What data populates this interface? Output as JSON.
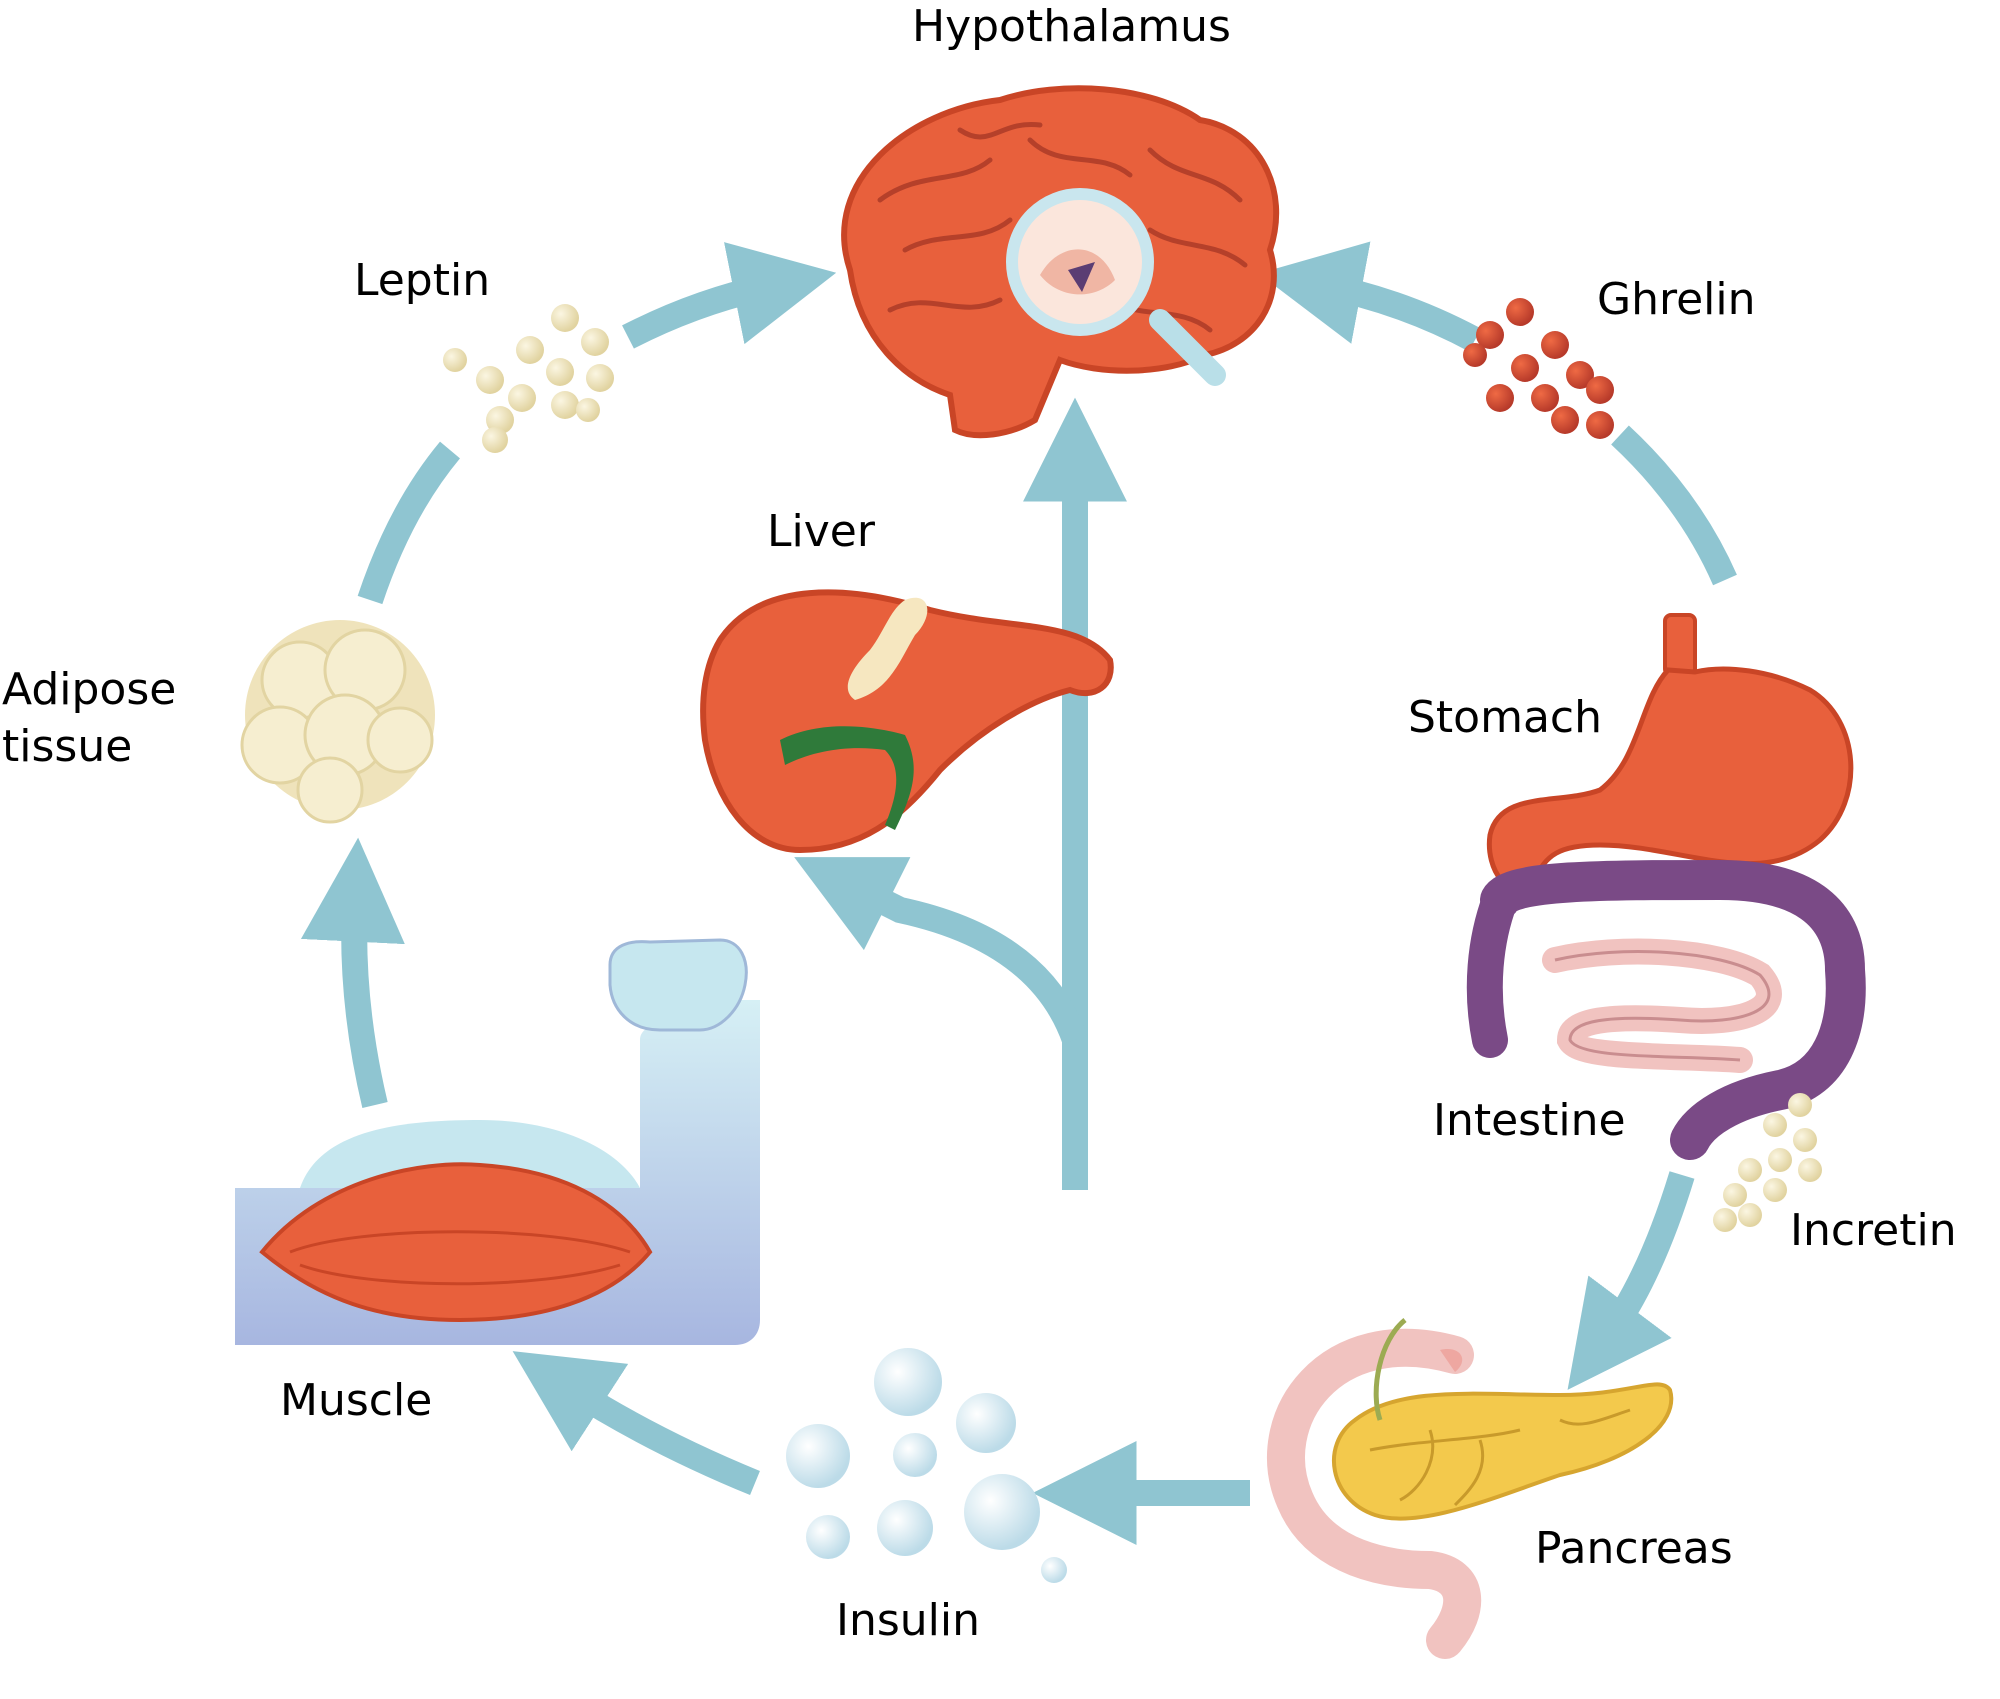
{
  "labels": {
    "hypothalamus": "Hypothalamus",
    "leptin": "Leptin",
    "ghrelin": "Ghrelin",
    "liver": "Liver",
    "adipose_line1": "Adipose",
    "adipose_line2": "tissue",
    "stomach": "Stomach",
    "intestine": "Intestine",
    "incretin": "Incretin",
    "muscle": "Muscle",
    "pancreas": "Pancreas",
    "insulin": "Insulin"
  },
  "colors": {
    "arrow": "#8fc5d1",
    "organ": "#e8603c",
    "organ_dark": "#c94526",
    "fat": "#f1e6c2",
    "colon": "#7a4a86",
    "small_intestine": "#f1c3c0",
    "pancreas": "#f3c94c",
    "arm": "#c6e7ef",
    "insulin_bubble": "#e6f2f8",
    "gallbladder": "#2f7a3a"
  },
  "icons": [
    "brain-icon",
    "magnifier-icon",
    "liver-icon",
    "stomach-icon",
    "intestine-icon",
    "pancreas-icon",
    "arm-muscle-icon",
    "adipose-icon"
  ]
}
